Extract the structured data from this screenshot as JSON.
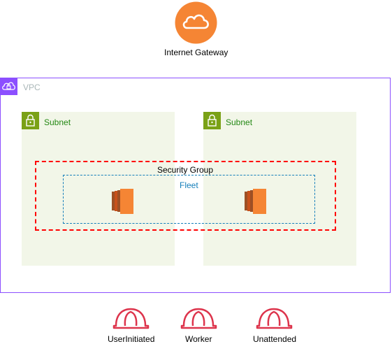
{
  "internet_gateway": {
    "label": "Internet Gateway",
    "icon": "cloud-icon",
    "color": "#f58534"
  },
  "vpc": {
    "label": "VPC",
    "icon": "vpc-cloud-lock-icon",
    "color": "#8c4fff"
  },
  "subnets": [
    {
      "label": "Subnet",
      "icon": "padlock-icon",
      "color": "#7aa116"
    },
    {
      "label": "Subnet",
      "icon": "padlock-icon",
      "color": "#7aa116"
    }
  ],
  "security_group": {
    "label": "Security Group",
    "color": "#ff0000"
  },
  "fleet": {
    "label": "Fleet",
    "color": "#147eba"
  },
  "instances": [
    {
      "icon": "ec2-instance-icon",
      "color": "#f58534"
    },
    {
      "icon": "ec2-instance-icon",
      "color": "#f58534"
    }
  ],
  "roles": [
    {
      "label": "UserInitiated",
      "icon": "role-helmet-icon",
      "color": "#dd344c"
    },
    {
      "label": "Worker",
      "icon": "role-helmet-icon",
      "color": "#dd344c"
    },
    {
      "label": "Unattended",
      "icon": "role-helmet-icon",
      "color": "#dd344c"
    }
  ]
}
